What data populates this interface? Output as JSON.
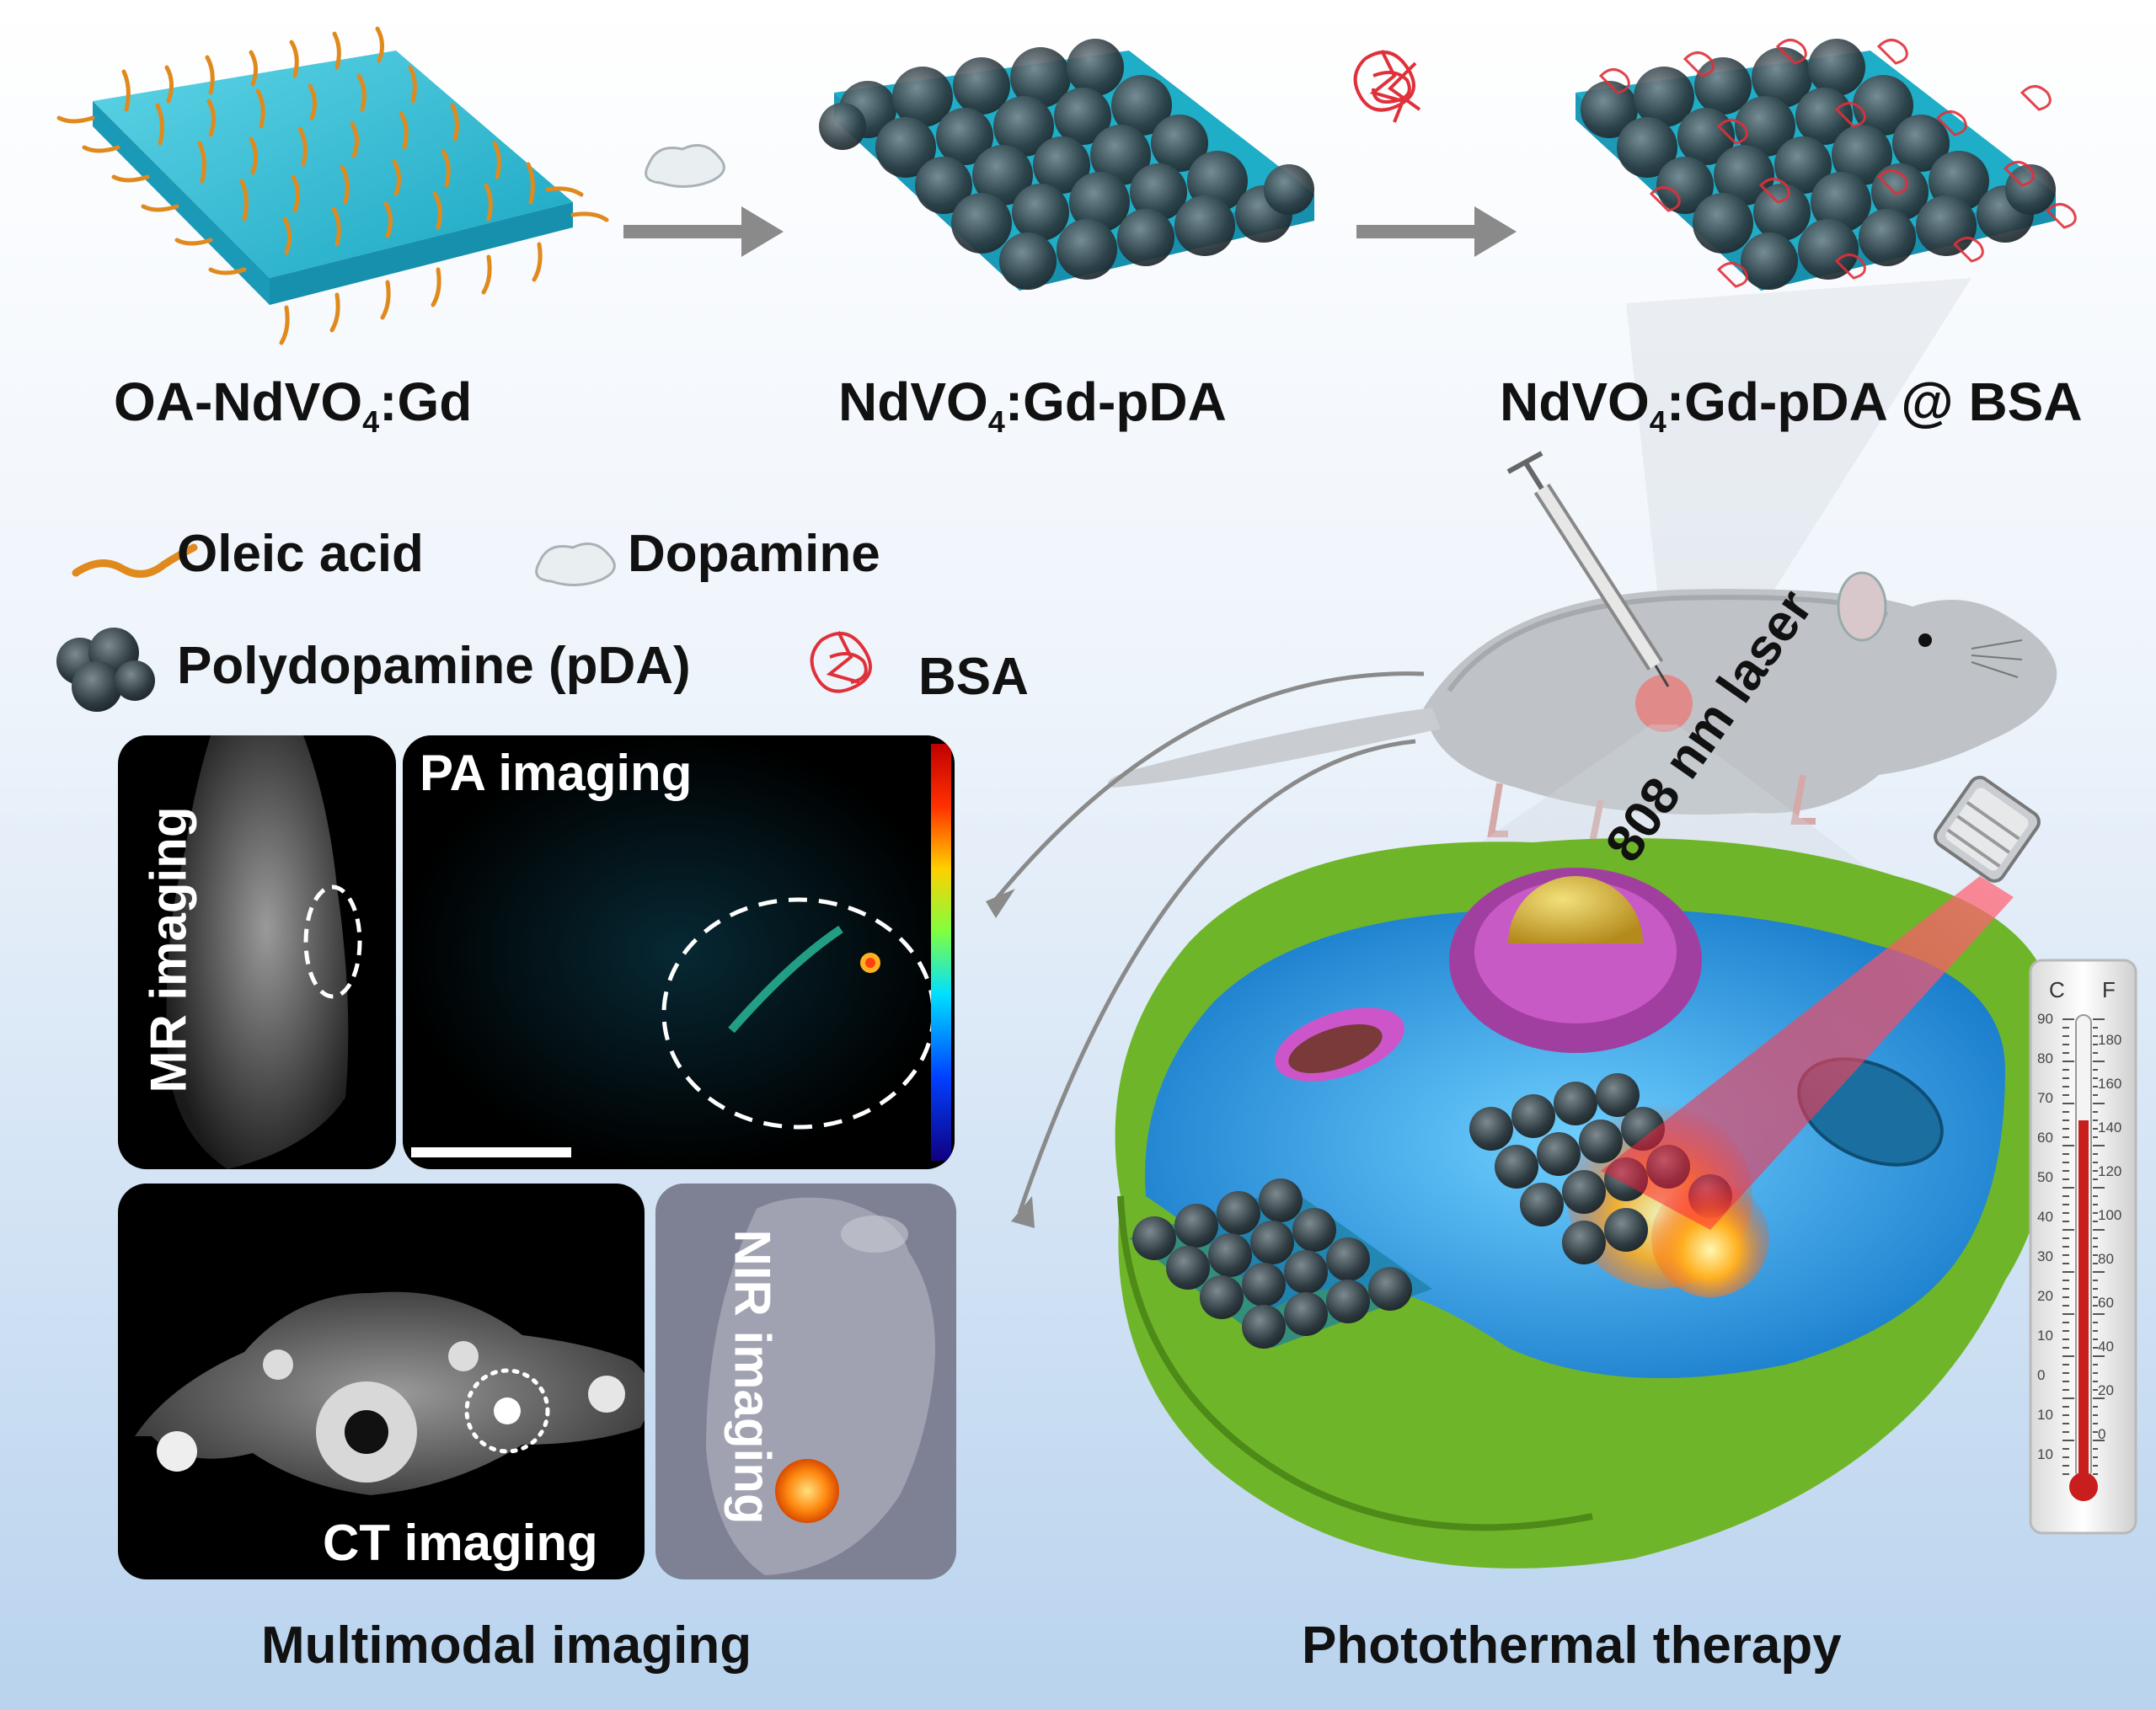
{
  "stages": [
    {
      "name": "OA-NdVO",
      "sub": "4",
      "rest": ":Gd"
    },
    {
      "name": "NdVO",
      "sub": "4",
      "rest": ":Gd-pDA"
    },
    {
      "name": "NdVO",
      "sub": "4",
      "rest": ":Gd-pDA @ BSA"
    }
  ],
  "legend": {
    "oleic": "Oleic acid",
    "dopamine": "Dopamine",
    "polydopamine": "Polydopamine (pDA)",
    "bsa": "BSA"
  },
  "imaging": {
    "mr": "MR imaging",
    "pa": "PA imaging",
    "ct": "CT imaging",
    "nir": "NIR imaging",
    "section_title": "Multimodal imaging"
  },
  "therapy": {
    "laser": "808 nm laser",
    "section_title": "Photothermal therapy"
  },
  "thermometer": {
    "c_label": "C",
    "f_label": "F",
    "c_ticks": [
      "90",
      "80",
      "70",
      "60",
      "50",
      "40",
      "30",
      "20",
      "10",
      "0",
      "10",
      "10"
    ],
    "f_ticks": [
      "180",
      "160",
      "140",
      "120",
      "100",
      "80",
      "60",
      "40",
      "20",
      "0"
    ]
  },
  "colors": {
    "sheet": "#1fb6cf",
    "oleic": "#e08a1e",
    "pda": "#3b4a52",
    "bsa": "#e0303a",
    "cell_membrane": "#6fb52a",
    "cytoplasm": "#1c9be0",
    "laser": "#ff2a3a"
  }
}
